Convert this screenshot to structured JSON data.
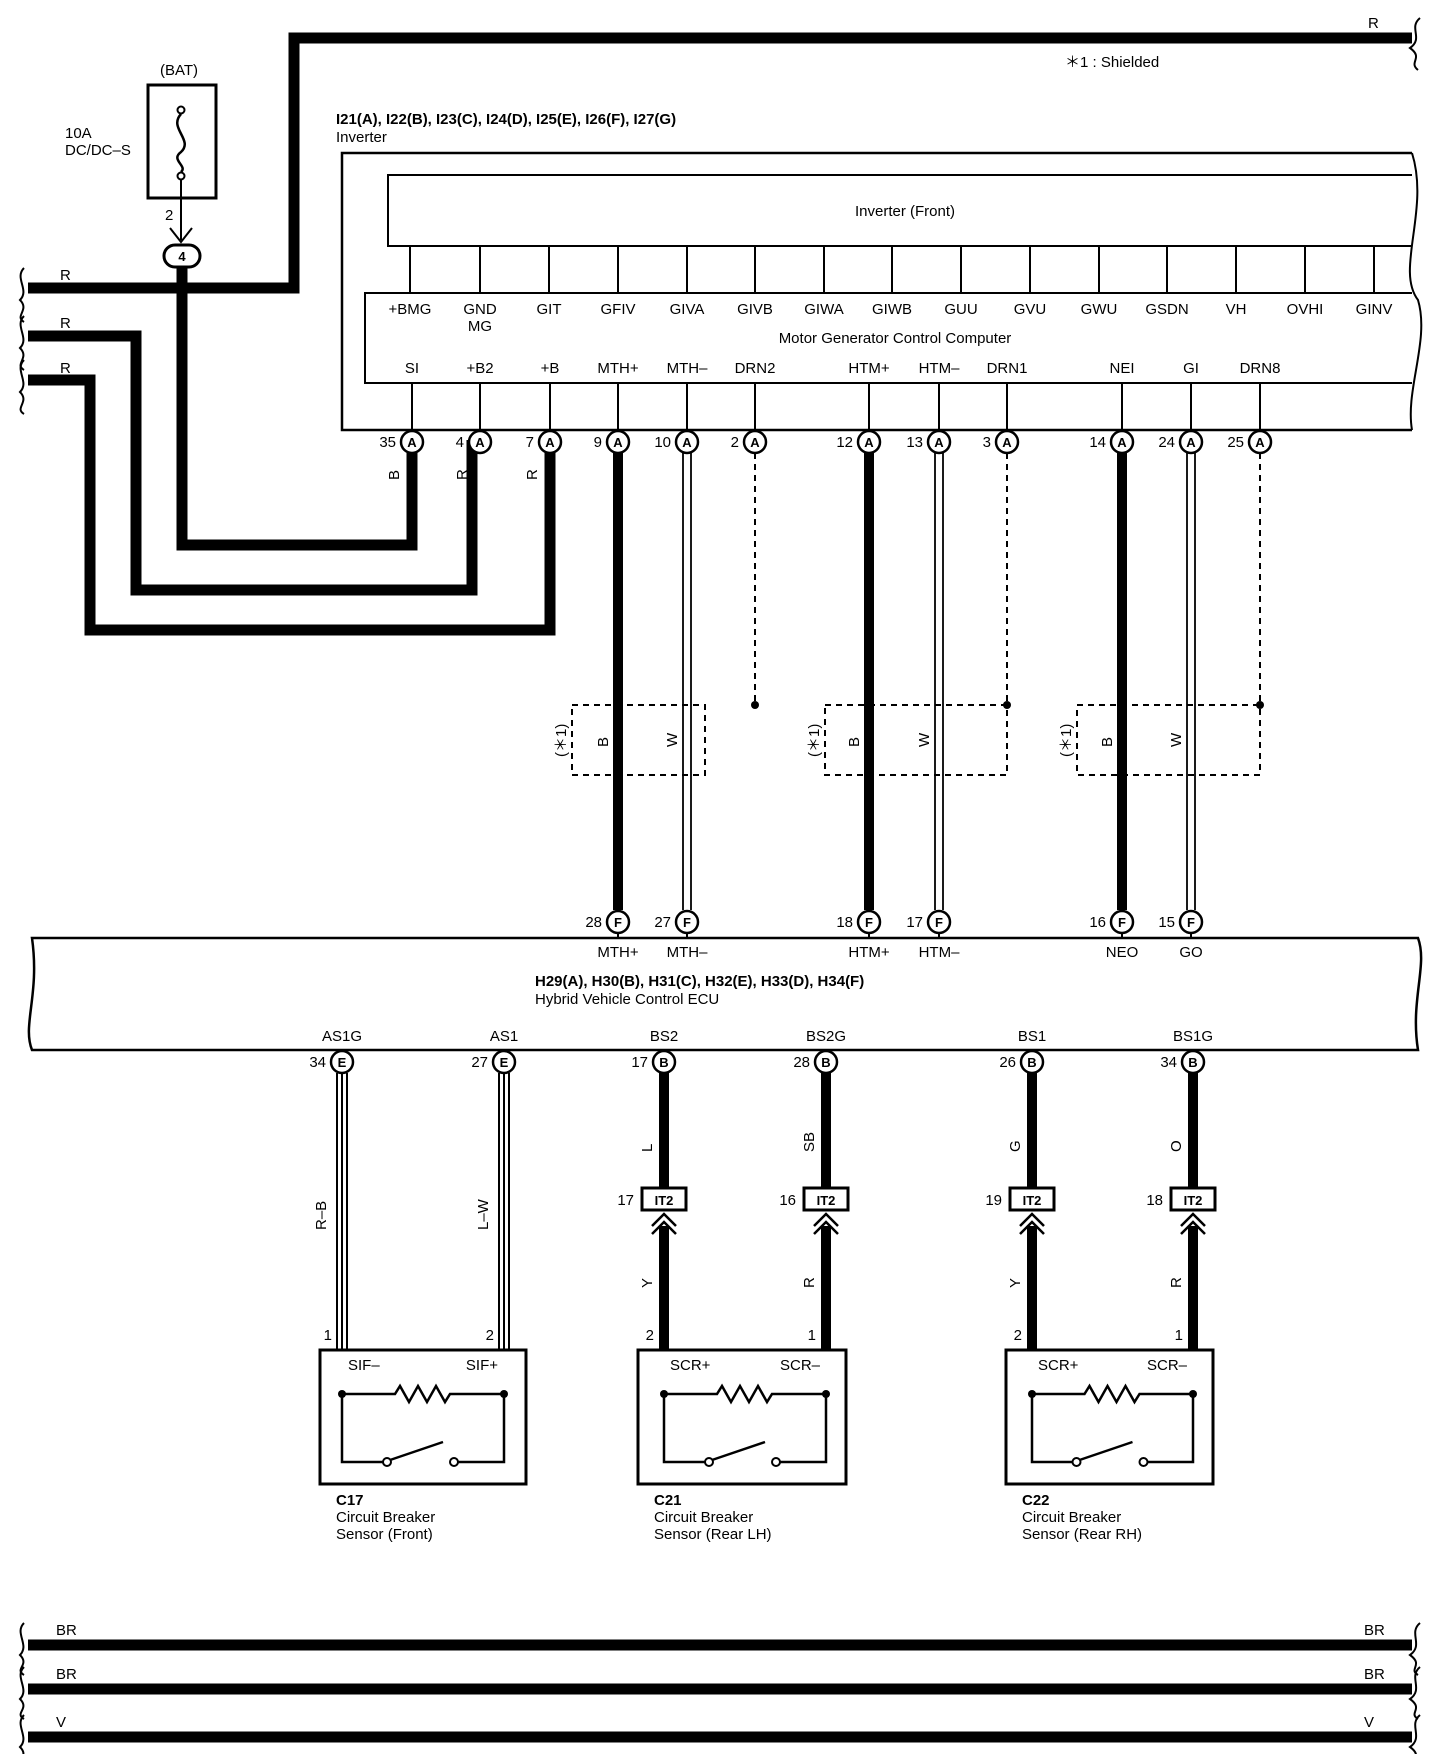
{
  "header": {
    "shielded_note": "＊1 : Shielded",
    "top_wire_color": "R"
  },
  "fuse": {
    "source": "(BAT)",
    "rating": "10A",
    "name": "DC/DC–S",
    "pin": "2",
    "junction": "4"
  },
  "left_wires": [
    "R",
    "R",
    "R"
  ],
  "inverter": {
    "connectors": "I21(A), I22(B), I23(C), I24(D), I25(E), I26(F), I27(G)",
    "name": "Inverter",
    "front_label": "Inverter (Front)",
    "mgcc_label": "Motor Generator Control Computer",
    "top_terminals": [
      "+BMG",
      "GND",
      "GIT",
      "GFIV",
      "GIVA",
      "GIVB",
      "GIWA",
      "GIWB",
      "GUU",
      "GVU",
      "GWU",
      "GSDN",
      "VH",
      "OVHI",
      "GINV"
    ],
    "gnd_sub": "MG",
    "bottom_terminals": [
      "SI",
      "+B2",
      "+B",
      "MTH+",
      "MTH–",
      "DRN2",
      "HTM+",
      "HTM–",
      "DRN1",
      "NEI",
      "GI",
      "DRN8"
    ],
    "pin_numbers": [
      "35",
      "4",
      "7",
      "9",
      "10",
      "2",
      "12",
      "13",
      "3",
      "14",
      "24",
      "25"
    ],
    "pin_connector": "A"
  },
  "supply_wire_colors": [
    "B",
    "R",
    "R"
  ],
  "shield": {
    "tag": "(＊1)",
    "wire_b": "B",
    "wire_w": "W"
  },
  "ecu": {
    "connectors": "H29(A), H30(B), H31(C), H32(E), H33(D), H34(F)",
    "name": "Hybrid Vehicle Control ECU",
    "top_pins": [
      "28",
      "27",
      "18",
      "17",
      "16",
      "15"
    ],
    "top_connector": "F",
    "top_terminals": [
      "MTH+",
      "MTH–",
      "HTM+",
      "HTM–",
      "NEO",
      "GO"
    ],
    "bottom_terminals": [
      "AS1G",
      "AS1",
      "BS2",
      "BS2G",
      "BS1",
      "BS1G"
    ],
    "bottom_pins": [
      "34",
      "27",
      "17",
      "28",
      "26",
      "34"
    ],
    "bottom_connectors": [
      "E",
      "E",
      "B",
      "B",
      "B",
      "B"
    ]
  },
  "lower_wires": {
    "upper_colors": [
      "R–B",
      "L–W",
      "L",
      "SB",
      "G",
      "O"
    ],
    "junction_name": "IT2",
    "junction_pins": [
      "17",
      "16",
      "19",
      "18"
    ],
    "lower_colors": [
      "Y",
      "R",
      "Y",
      "R"
    ]
  },
  "sensors": [
    {
      "code": "C17",
      "line1": "Circuit Breaker",
      "line2": "Sensor (Front)",
      "pin_left": "1",
      "pin_right": "2",
      "term_left": "SIF–",
      "term_right": "SIF+"
    },
    {
      "code": "C21",
      "line1": "Circuit Breaker",
      "line2": "Sensor (Rear LH)",
      "pin_left": "2",
      "pin_right": "1",
      "term_left": "SCR+",
      "term_right": "SCR–"
    },
    {
      "code": "C22",
      "line1": "Circuit Breaker",
      "line2": "Sensor (Rear RH)",
      "pin_left": "2",
      "pin_right": "1",
      "term_left": "SCR+",
      "term_right": "SCR–"
    }
  ],
  "bottom_bus": [
    "BR",
    "BR",
    "V"
  ]
}
